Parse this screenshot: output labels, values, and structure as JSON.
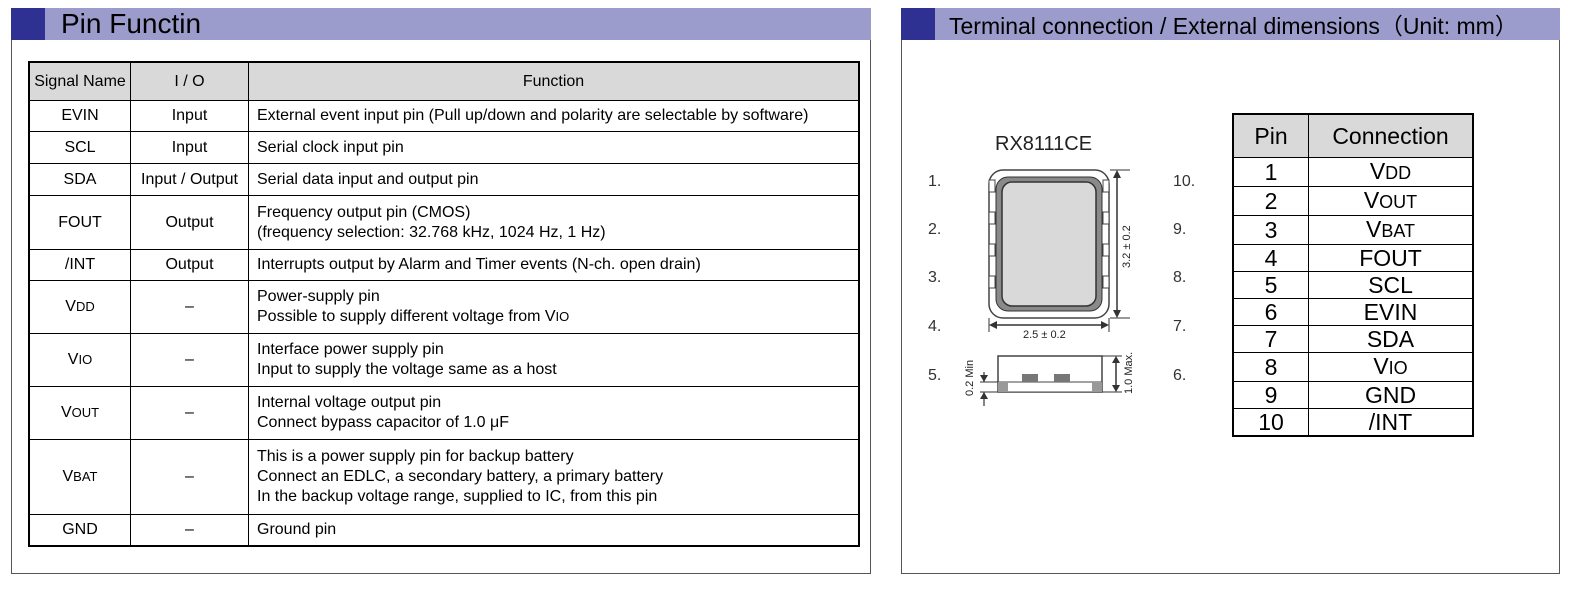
{
  "left_section": {
    "title": "Pin Functin",
    "table": {
      "headers": [
        "Signal Name",
        "I / O",
        "Function"
      ],
      "rows": [
        {
          "name": "EVIN",
          "io": "Input",
          "function": [
            "External event input pin (Pull up/down and polarity are selectable by software)"
          ]
        },
        {
          "name": "SCL",
          "io": "Input",
          "function": [
            "Serial clock input pin"
          ]
        },
        {
          "name": "SDA",
          "io": "Input / Output",
          "function": [
            "Serial data input and output pin"
          ]
        },
        {
          "name": "FOUT",
          "io": "Output",
          "function": [
            "Frequency output pin (CMOS)",
            "(frequency selection: 32.768 kHz, 1024 Hz, 1 Hz)"
          ]
        },
        {
          "name": "/INT",
          "io": "Output",
          "function": [
            "Interrupts output by Alarm and Timer events (N-ch. open drain)"
          ]
        },
        {
          "name": "VDD",
          "io": "–",
          "function": [
            "Power-supply pin",
            "Possible to supply different voltage from VIO"
          ]
        },
        {
          "name": "VIO",
          "io": "–",
          "function": [
            "Interface power supply pin",
            "Input to supply the voltage same as a host"
          ]
        },
        {
          "name": "VOUT",
          "io": "–",
          "function": [
            "Internal voltage output pin",
            "Connect bypass capacitor of 1.0 μF"
          ]
        },
        {
          "name": "VBAT",
          "io": "–",
          "function": [
            "This is a power supply pin for backup battery",
            "Connect an EDLC, a secondary battery, a primary battery",
            "In the backup voltage range, supplied to IC, from this pin"
          ]
        },
        {
          "name": "GND",
          "io": "–",
          "function": [
            "Ground pin"
          ]
        }
      ]
    }
  },
  "right_section": {
    "title": "Terminal connection / External dimensions（Unit: mm）",
    "package": {
      "name": "RX8111CE",
      "left_pins": [
        "1.",
        "2.",
        "3.",
        "4.",
        "5."
      ],
      "right_pins": [
        "10.",
        "9.",
        "8.",
        "7.",
        "6."
      ],
      "height_dim": "3.2 ± 0.2",
      "width_dim": "2.5 ± 0.2",
      "thickness_max": "1.0 Max.",
      "standoff_min": "0.2 Min"
    },
    "connection_table": {
      "headers": [
        "Pin",
        "Connection"
      ],
      "rows": [
        {
          "pin": "1",
          "connection": "VDD"
        },
        {
          "pin": "2",
          "connection": "VOUT"
        },
        {
          "pin": "3",
          "connection": "VBAT"
        },
        {
          "pin": "4",
          "connection": "FOUT"
        },
        {
          "pin": "5",
          "connection": "SCL"
        },
        {
          "pin": "6",
          "connection": "EVIN"
        },
        {
          "pin": "7",
          "connection": "SDA"
        },
        {
          "pin": "8",
          "connection": "VIO"
        },
        {
          "pin": "9",
          "connection": "GND"
        },
        {
          "pin": "10",
          "connection": "/INT"
        }
      ]
    }
  },
  "colors": {
    "header_bar": "#9c9ccc",
    "header_accent": "#2e3192",
    "table_header": "#d9d9d9"
  }
}
